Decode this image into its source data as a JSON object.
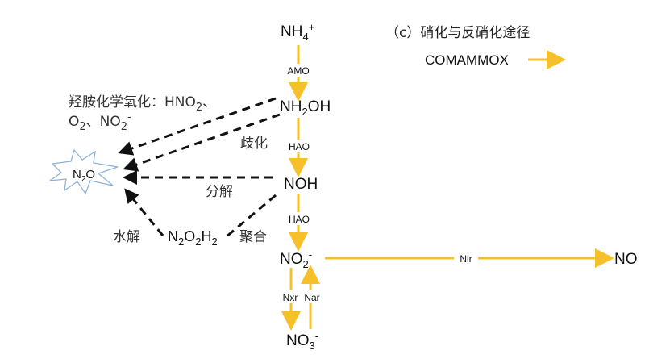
{
  "title": "（c）硝化与反硝化途径",
  "legend": {
    "label": "COMAMMOX",
    "color": "#F5C02A"
  },
  "species": {
    "nh4": {
      "main": "NH",
      "sub": "4",
      "sup": "+"
    },
    "nh2oh": {
      "a": "NH",
      "sub": "2",
      "b": "OH"
    },
    "noh": "NOH",
    "no2": {
      "main": "NO",
      "sub": "2",
      "sup": "-"
    },
    "no3": {
      "main": "NO",
      "sub": "3",
      "sup": "-"
    },
    "no": "NO",
    "n2o": {
      "a": "N",
      "sub": "2",
      "b": "O"
    },
    "n2o2h2": {
      "a": "N",
      "s1": "2",
      "b": "O",
      "s2": "2",
      "c": "H",
      "s3": "2"
    }
  },
  "enzymes": {
    "amo": "AMO",
    "hao1": "HAO",
    "hao2": "HAO",
    "nir": "Nir",
    "nxr": "Nxr",
    "nar": "Nar"
  },
  "processes": {
    "chem_ox_line1": "羟胺化学氧化：HNO",
    "chem_ox_line1_sub": "2",
    "chem_ox_line1_end": "、",
    "chem_ox_line2_a": "O",
    "chem_ox_line2_sub1": "2",
    "chem_ox_line2_b": "、NO",
    "chem_ox_line2_sub2": "2",
    "chem_ox_line2_sup": "-",
    "disproportionation": "歧化",
    "decomposition": "分解",
    "hydrolysis": "水解",
    "polymerization": "聚合"
  }
}
